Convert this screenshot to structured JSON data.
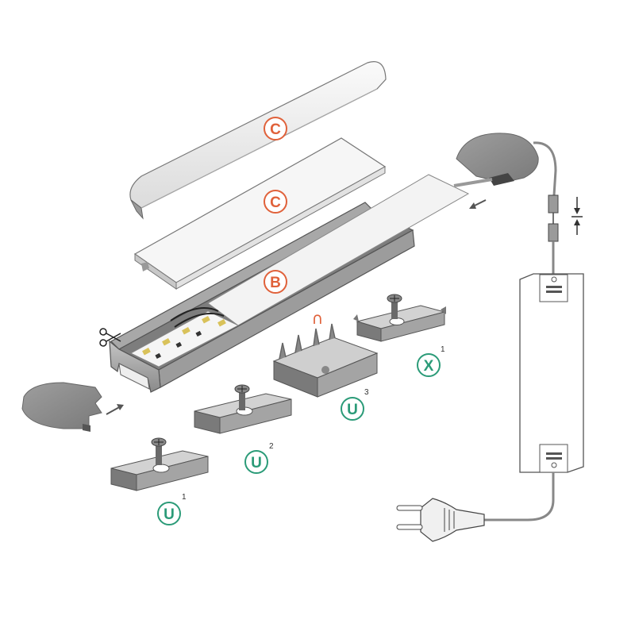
{
  "colors": {
    "red_badge": "#e0613a",
    "green_badge": "#2b9b78",
    "metal_dark": "#8c8c8c",
    "metal_light": "#b8b8b8",
    "diffuser": "#f4f4f4",
    "outline": "#555555"
  },
  "labels": {
    "cover_round": "C",
    "cover_flat": "C",
    "profile": "B",
    "bridge_symbol": "∩",
    "clip_u1": {
      "letter": "U",
      "sup": "1"
    },
    "clip_u2": {
      "letter": "U",
      "sup": "2"
    },
    "clip_u3": {
      "letter": "U",
      "sup": "3"
    },
    "clip_x1": {
      "letter": "X",
      "sup": "1"
    }
  },
  "icons": [
    "scissors-icon",
    "arrow-icon",
    "screw-icon",
    "plug-icon",
    "power-supply-icon",
    "connector-icon"
  ]
}
